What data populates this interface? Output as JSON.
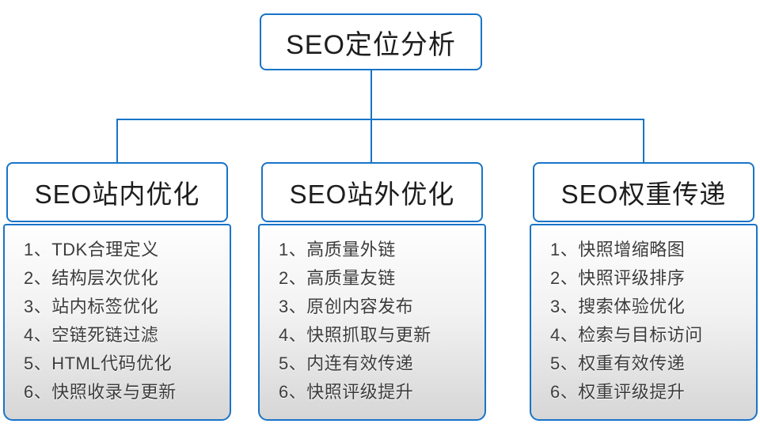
{
  "diagram": {
    "colors": {
      "line_blue": "#1874c8",
      "header_text": "#1d1d1d",
      "item_text": "#3c3c3c",
      "body_gradient_top": "#fefefe",
      "body_gradient_bottom": "#d6d6d6"
    },
    "root": {
      "label": "SEO定位分析"
    },
    "columns": [
      {
        "title": "SEO站内优化",
        "items": [
          "1、TDK合理定义",
          "2、结构层次优化",
          "3、站内标签优化",
          "4、空链死链过滤",
          "5、HTML代码优化",
          "6、快照收录与更新"
        ]
      },
      {
        "title": "SEO站外优化",
        "items": [
          "1、高质量外链",
          "2、高质量友链",
          "3、原创内容发布",
          "4、快照抓取与更新",
          "5、内连有效传递",
          "6、快照评级提升"
        ]
      },
      {
        "title": "SEO权重传递",
        "items": [
          "1、快照增缩略图",
          "2、快照评级排序",
          "3、搜索体验优化",
          "4、检索与目标访问",
          "5、权重有效传递",
          "6、权重评级提升"
        ]
      }
    ]
  }
}
